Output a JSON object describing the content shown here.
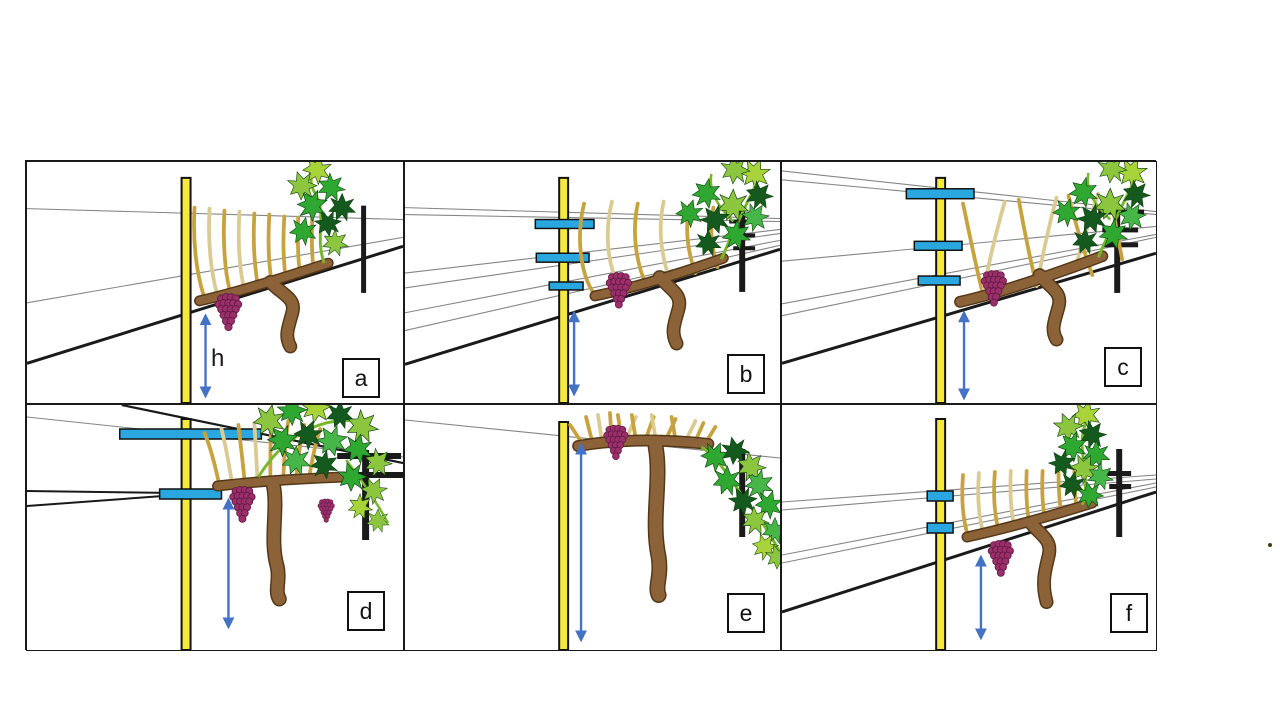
{
  "panels": [
    {
      "label": "a"
    },
    {
      "label": "b"
    },
    {
      "label": "c"
    },
    {
      "label": "d"
    },
    {
      "label": "e"
    },
    {
      "label": "f"
    }
  ],
  "annotations": {
    "height_label": "h"
  },
  "palette": {
    "post_yellow": "#F5E93D",
    "crossarm_blue": "#2BA7E0",
    "arrow_blue": "#4472C4",
    "grape_purple": "#9C2E6B",
    "trunk_brown": "#8C6239",
    "cane_tan": "#C6A33F",
    "cane_pale": "#DACB92",
    "leaf_light_green": "#8CC63F",
    "leaf_mid_green": "#2FA832",
    "leaf_dark_green": "#14591D",
    "wire_gray": "#858585",
    "line_black": "#1a1a1a"
  }
}
